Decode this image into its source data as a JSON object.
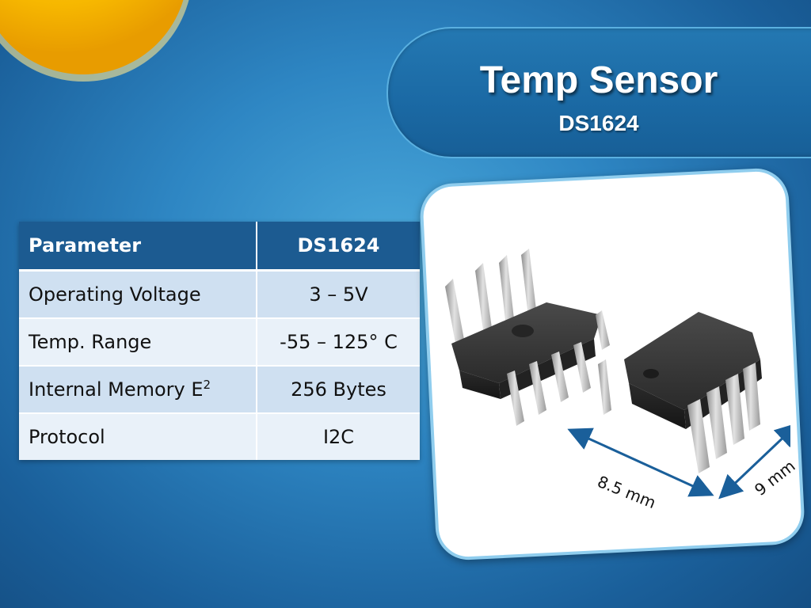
{
  "slide": {
    "title": "Temp Sensor",
    "subtitle": "DS1624"
  },
  "table": {
    "headers": [
      "Parameter",
      "DS1624"
    ],
    "rows": [
      {
        "param": "Operating Voltage",
        "value": "3 – 5V"
      },
      {
        "param": "Temp. Range",
        "value": "-55 – 125° C"
      },
      {
        "param": "Internal Memory E",
        "param_sup": "2",
        "value": "256 Bytes"
      },
      {
        "param": "Protocol",
        "value": "I2C"
      }
    ]
  },
  "image": {
    "subject": "8-pin DIP IC packages",
    "dim_length": "8.5 mm",
    "dim_width": "9 mm"
  },
  "colors": {
    "background": "#2e86c3",
    "table_header": "#1c5b91",
    "table_row_a": "#cfe0f1",
    "table_row_b": "#e9f1f9",
    "sun": "#f5b400",
    "dimension_arrow": "#1a5f9a"
  }
}
